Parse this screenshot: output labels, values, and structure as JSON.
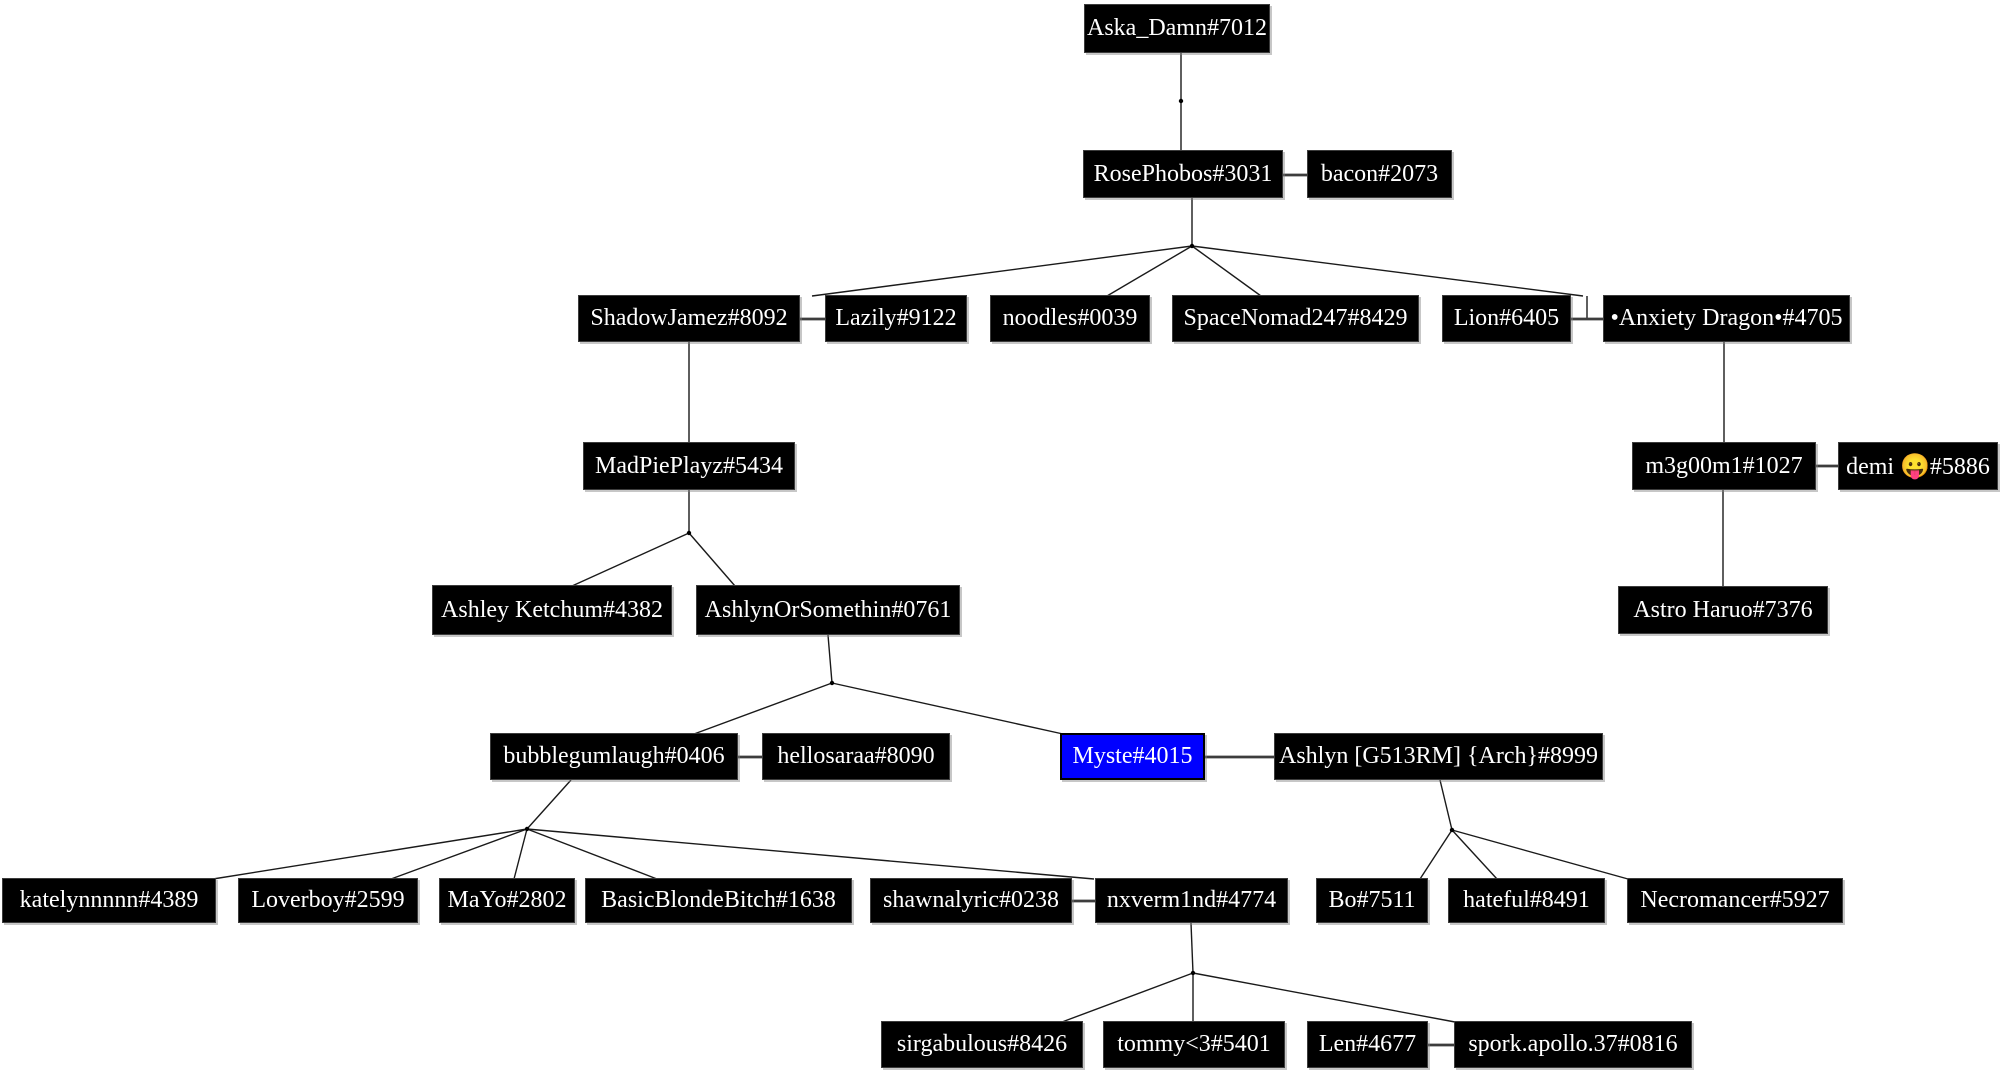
{
  "diagram": {
    "kind": "family-tree",
    "node_bg_color": "#000000",
    "node_text_color": "#ffffff",
    "highlight_color": "#0000ff",
    "highlighted_node": "myste",
    "nodes": {
      "aska": {
        "label": "Aska_Damn#7012"
      },
      "rose": {
        "label": "RosePhobos#3031"
      },
      "bacon": {
        "label": "bacon#2073"
      },
      "shadowjamez": {
        "label": "ShadowJamez#8092"
      },
      "lazily": {
        "label": "Lazily#9122"
      },
      "noodles": {
        "label": "noodles#0039"
      },
      "spacenomad": {
        "label": "SpaceNomad247#8429"
      },
      "lion": {
        "label": "Lion#6405"
      },
      "anxiety": {
        "label": "•Anxiety Dragon•#4705"
      },
      "madpie": {
        "label": "MadPiePlayz#5434"
      },
      "m3g00m1": {
        "label": "m3g00m1#1027"
      },
      "demi": {
        "label": "demi 😛#5886"
      },
      "ashley": {
        "label": "Ashley Ketchum#4382"
      },
      "ashlynos": {
        "label": "AshlynOrSomethin#0761"
      },
      "astro": {
        "label": "Astro Haruo#7376"
      },
      "bubblegum": {
        "label": "bubblegumlaugh#0406"
      },
      "hellosaraa": {
        "label": "hellosaraa#8090"
      },
      "myste": {
        "label": "Myste#4015"
      },
      "ashlyn_arch": {
        "label": "Ashlyn [G513RM] {Arch}#8999"
      },
      "katelyn": {
        "label": "katelynnnnn#4389"
      },
      "loverboy": {
        "label": "Loverboy#2599"
      },
      "mayo": {
        "label": "MaYo#2802"
      },
      "basicblonde": {
        "label": "BasicBlondeBitch#1638"
      },
      "shawnalyric": {
        "label": "shawnalyric#0238"
      },
      "nxverm1nd": {
        "label": "nxverm1nd#4774"
      },
      "bo": {
        "label": "Bo#7511"
      },
      "hateful": {
        "label": "hateful#8491"
      },
      "necromancer": {
        "label": "Necromancer#5927"
      },
      "sirgabulous": {
        "label": "sirgabulous#8426"
      },
      "tommy": {
        "label": "tommy<3#5401"
      },
      "len": {
        "label": "Len#4677"
      },
      "spork": {
        "label": "spork.apollo.37#0816"
      }
    },
    "couples": [
      [
        "rose",
        "bacon"
      ],
      [
        "shadowjamez",
        "lazily"
      ],
      [
        "lion",
        "anxiety"
      ],
      [
        "m3g00m1",
        "demi"
      ],
      [
        "bubblegum",
        "hellosaraa"
      ],
      [
        "myste",
        "ashlyn_arch"
      ],
      [
        "shawnalyric",
        "nxverm1nd"
      ],
      [
        "len",
        "spork"
      ]
    ],
    "children": {
      "aska": [
        "rose"
      ],
      "rose": [
        "shadowjamez",
        "noodles",
        "spacenomad",
        "lion"
      ],
      "shadowjamez": [
        "madpie"
      ],
      "madpie": [
        "ashley",
        "ashlynos"
      ],
      "anxiety": [
        "m3g00m1"
      ],
      "m3g00m1": [
        "astro"
      ],
      "ashlynos": [
        "bubblegum",
        "myste"
      ],
      "bubblegum": [
        "katelyn",
        "loverboy",
        "mayo",
        "basicblonde",
        "nxverm1nd"
      ],
      "ashlyn_arch": [
        "bo",
        "hateful",
        "necromancer"
      ],
      "nxverm1nd": [
        "sirgabulous",
        "tommy",
        "len"
      ]
    }
  }
}
